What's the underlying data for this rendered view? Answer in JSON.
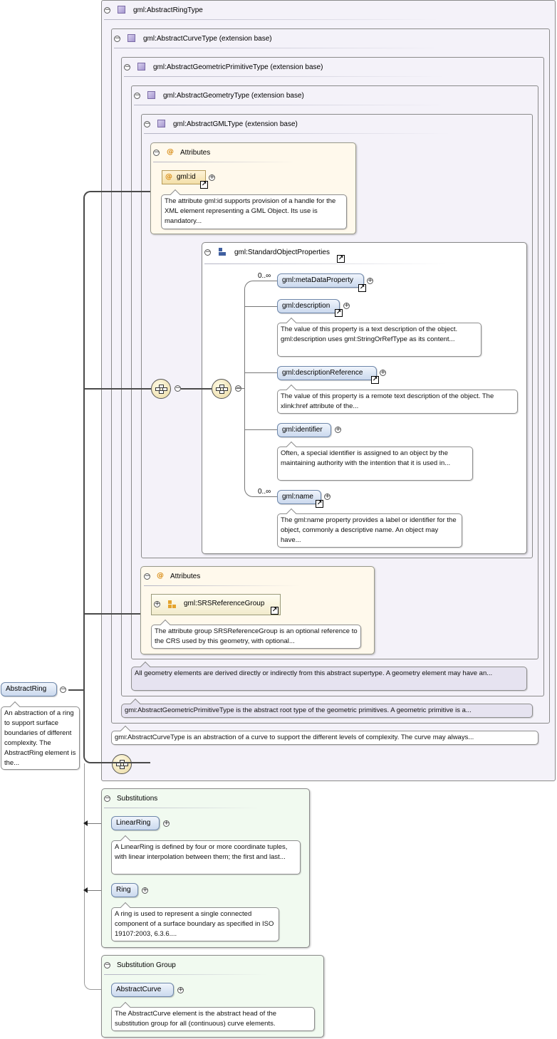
{
  "root_element": {
    "name": "AbstractRing",
    "note": "An abstraction of a ring to support surface boundaries of different complexity. The AbstractRing element is the..."
  },
  "types": {
    "ring": "gml:AbstractRingType",
    "curve": "gml:AbstractCurveType (extension base)",
    "primitive": "gml:AbstractGeometricPrimitiveType (extension base)",
    "geometry": "gml:AbstractGeometryType (extension base)",
    "gml": "gml:AbstractGMLType (extension base)"
  },
  "gml_attributes": {
    "header": "Attributes",
    "at_symbol": "@",
    "id_name": "gml:id",
    "id_note": "The attribute gml:id supports provision of a handle for the XML element representing a GML Object. Its use is mandatory..."
  },
  "standard_object_properties": {
    "name": "gml:StandardObjectProperties",
    "elements": [
      {
        "name": "gml:metaDataProperty",
        "cardinality": "0..∞",
        "note": ""
      },
      {
        "name": "gml:description",
        "cardinality": "",
        "note": "The value of this property is a text description of the object. gml:description uses gml:StringOrRefType as its content..."
      },
      {
        "name": "gml:descriptionReference",
        "cardinality": "",
        "note": "The value of this property is a remote text description of the object. The xlink:href attribute of the..."
      },
      {
        "name": "gml:identifier",
        "cardinality": "",
        "note": "Often, a special identifier is assigned to an object by the maintaining authority with the intention that it is used in..."
      },
      {
        "name": "gml:name",
        "cardinality": "0..∞",
        "note": "The gml:name property provides a label or identifier for the object, commonly a descriptive name. An object may have..."
      }
    ]
  },
  "geometry_attributes": {
    "header": "Attributes",
    "group_name": "gml:SRSReferenceGroup",
    "group_note": "The attribute group SRSReferenceGroup is an optional reference to the CRS used by this geometry, with optional..."
  },
  "notes": {
    "geometry": "All geometry elements are derived directly or indirectly from this abstract supertype. A geometry element may have an...",
    "primitive": "gml:AbstractGeometricPrimitiveType is the abstract root type of the geometric primitives. A geometric primitive is a...",
    "curve": "gml:AbstractCurveType is an abstraction of a curve to support the different levels of complexity. The curve may always..."
  },
  "substitutions": {
    "header": "Substitutions",
    "items": [
      {
        "name": "LinearRing",
        "note": "A LinearRing is defined by four or more coordinate tuples, with linear interpolation between them; the first and last..."
      },
      {
        "name": "Ring",
        "note": "A ring is used to represent a single connected component of a surface boundary as specified in ISO 19107:2003, 6.3.6...."
      }
    ]
  },
  "substitution_group": {
    "header": "Substitution Group",
    "name": "AbstractCurve",
    "note": "The AbstractCurve element is the abstract head of the substitution group for all (continuous) curve elements."
  },
  "icons": {
    "collapse": "−",
    "expand": "+",
    "reference": "↗"
  }
}
